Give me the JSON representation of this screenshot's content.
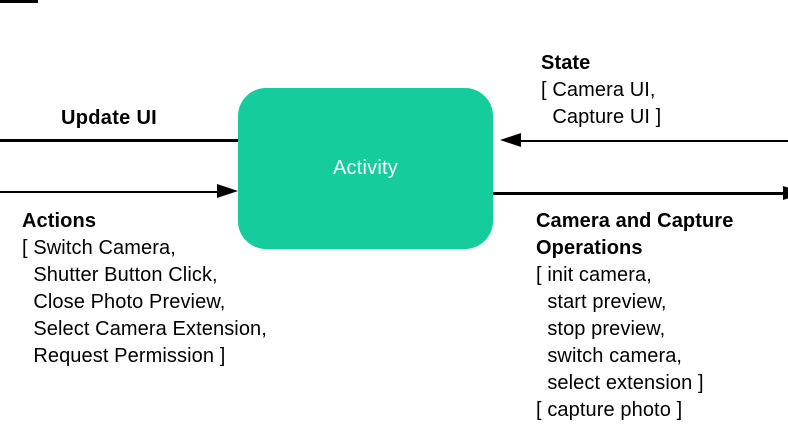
{
  "colors": {
    "activity_box": "#14cc9c",
    "arrow": "#000000",
    "activity_text": "#ffffff"
  },
  "activity_box": {
    "label": "Activity"
  },
  "left_labels": {
    "update_ui": "Update UI",
    "actions_header": "Actions",
    "actions_lines": [
      "[ Switch Camera,",
      "  Shutter Button Click,",
      "  Close Photo Preview,",
      "  Select Camera Extension,",
      "  Request Permission ]"
    ]
  },
  "right_labels": {
    "state_header": "State",
    "state_lines": [
      "[ Camera UI,",
      "  Capture UI ]"
    ],
    "camera_ops_header_lines": [
      "Camera and Capture",
      "Operations"
    ],
    "camera_ops_lines": [
      "[ init camera,",
      "  start preview,",
      "  stop preview,",
      "  switch camera,",
      "  select extension ]",
      "[ capture photo ]"
    ]
  }
}
